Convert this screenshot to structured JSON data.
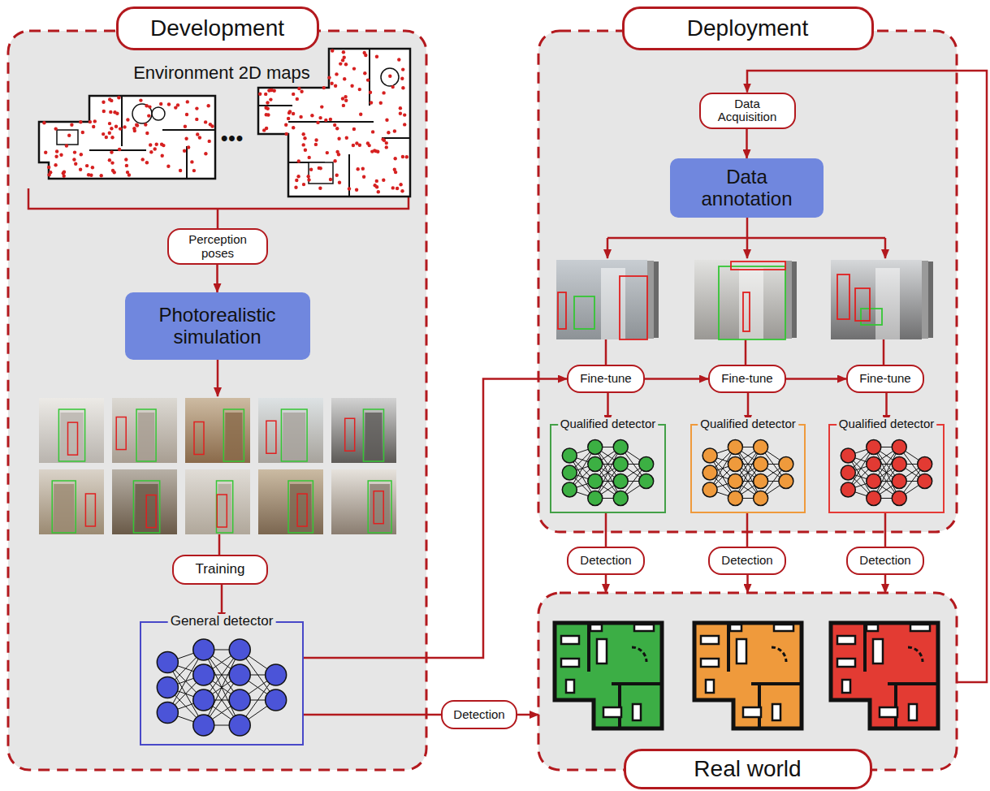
{
  "diagram": {
    "nodes": [
      {
        "text": [
          "Development"
        ]
      },
      {
        "text": [
          "Perception poses"
        ],
        "in": 0
      },
      {
        "text": [
          "Photorealistic simulation"
        ],
        "in": 0
      },
      {
        "text": [
          "Training"
        ],
        "in": 0
      },
      {
        "text": [
          "General detector"
        ],
        "in": 0
      },
      {
        "text": [
          "Deployment"
        ]
      },
      {
        "text": [
          "Data Acquisition"
        ],
        "in": 5
      },
      {
        "text": [
          "Data annotation"
        ],
        "in": 5
      },
      {
        "text": [
          "Fine-tune"
        ],
        "in": 5
      },
      {
        "text": [
          "Fine-tune"
        ],
        "in": 5
      },
      {
        "text": [
          "Fine-tune"
        ],
        "in": 5
      },
      {
        "text": [
          "Qualified detector"
        ],
        "in": 5
      },
      {
        "text": [
          "Qualified detector"
        ],
        "in": 5
      },
      {
        "text": [
          "Qualified detector"
        ],
        "in": 5
      },
      {
        "text": [
          "Detection"
        ]
      },
      {
        "text": [
          "Detection"
        ]
      },
      {
        "text": [
          "Detection"
        ]
      },
      {
        "text": [
          "Detection"
        ]
      },
      {
        "text": [
          "Real world"
        ]
      }
    ],
    "edges": [
      {
        "from": 1,
        "to": 2,
        "arrow": "to"
      },
      {
        "from": 3,
        "to": 4,
        "arrow": "to"
      },
      {
        "from": 4,
        "to": 8,
        "arrow": "to"
      },
      {
        "from": 8,
        "to": 9,
        "arrow": "to"
      },
      {
        "from": 9,
        "to": 10,
        "arrow": "to"
      },
      {
        "from": 4,
        "to": 17,
        "arrow": "none"
      },
      {
        "from": 17,
        "to": 18,
        "arrow": "to"
      },
      {
        "from": 6,
        "to": 7,
        "arrow": "to"
      },
      {
        "from": 8,
        "to": 11,
        "arrow": "to"
      },
      {
        "from": 9,
        "to": 12,
        "arrow": "to"
      },
      {
        "from": 10,
        "to": 13,
        "arrow": "to"
      },
      {
        "from": 11,
        "to": 14,
        "arrow": "none"
      },
      {
        "from": 12,
        "to": 15,
        "arrow": "none"
      },
      {
        "from": 13,
        "to": 16,
        "arrow": "none"
      },
      {
        "from": 14,
        "to": 18,
        "arrow": "to"
      },
      {
        "from": 15,
        "to": 18,
        "arrow": "to"
      },
      {
        "from": 16,
        "to": 18,
        "arrow": "to"
      },
      {
        "from": 18,
        "to": 6,
        "arrow": "to"
      }
    ],
    "labels": [
      "Environment 2D maps",
      "•••"
    ]
  }
}
